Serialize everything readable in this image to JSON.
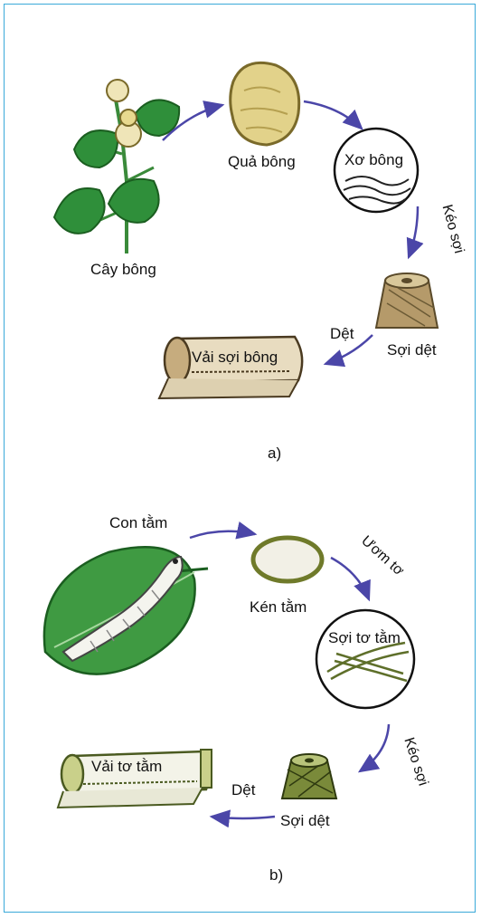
{
  "diagram_a": {
    "caption": "a)",
    "nodes": {
      "plant": "Cây bông",
      "boll": "Quả bông",
      "fiber": "Xơ bông",
      "yarn": "Sợi dệt",
      "fabric": "Vải sợi bông"
    },
    "edges": {
      "spin": "Kéo sợi",
      "weave": "Dệt"
    }
  },
  "diagram_b": {
    "caption": "b)",
    "nodes": {
      "silkworm": "Con tằm",
      "cocoon": "Kén tằm",
      "silk_fiber": "Sợi tơ tằm",
      "yarn": "Sợi dệt",
      "fabric": "Vải tơ tằm"
    },
    "edges": {
      "reel": "Ươm tơ",
      "spin": "Kéo sợi",
      "weave": "Dệt"
    }
  },
  "colors": {
    "frame": "#3aa9d9",
    "arrow": "#4b46a8",
    "leaf": "#2f8f3a",
    "olive": "#8a7a2a",
    "silk_olive": "#6f7a2a"
  }
}
